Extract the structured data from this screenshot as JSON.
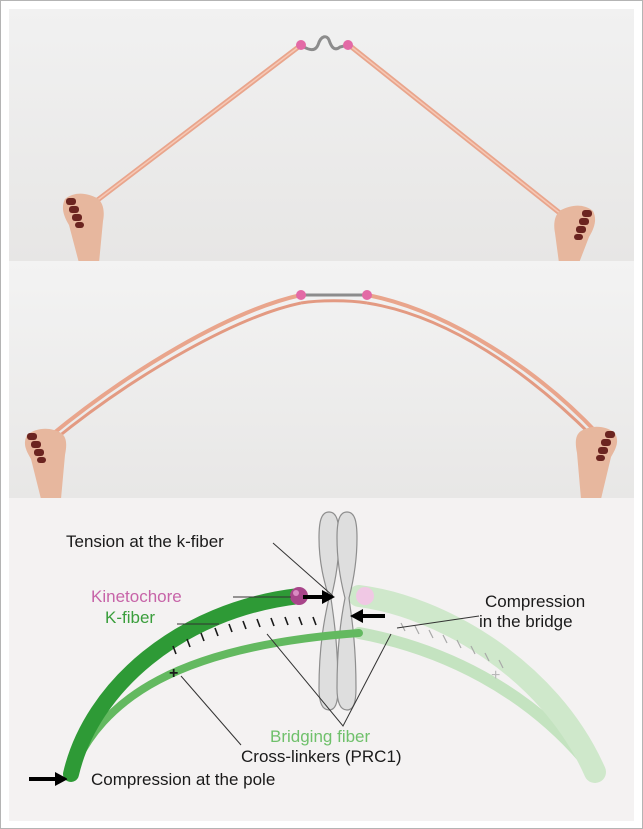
{
  "colors": {
    "kinetochore": "#c764a8",
    "k_fiber": "#3a9e3c",
    "bridging_fiber": "#6fc06b",
    "text": "#1a1a1a",
    "rod": "#e9a58c",
    "chromosome": "#d8d8d8"
  },
  "icons": [
    "hand-icon",
    "arrow-right-icon",
    "arrow-left-icon",
    "kinetochore-sphere-icon",
    "chromosome-icon"
  ],
  "diagram": {
    "labels": {
      "tension": "Tension at the k-fiber",
      "kinetochore": "Kinetochore",
      "k_fiber": "K-fiber",
      "compression_bridge_line1": "Compression",
      "compression_bridge_line2": "in the bridge",
      "bridging_fiber": "Bridging fiber",
      "cross_linkers": "Cross-linkers (PRC1)",
      "compression_pole": "Compression at the pole"
    },
    "plus_sign": "+"
  }
}
